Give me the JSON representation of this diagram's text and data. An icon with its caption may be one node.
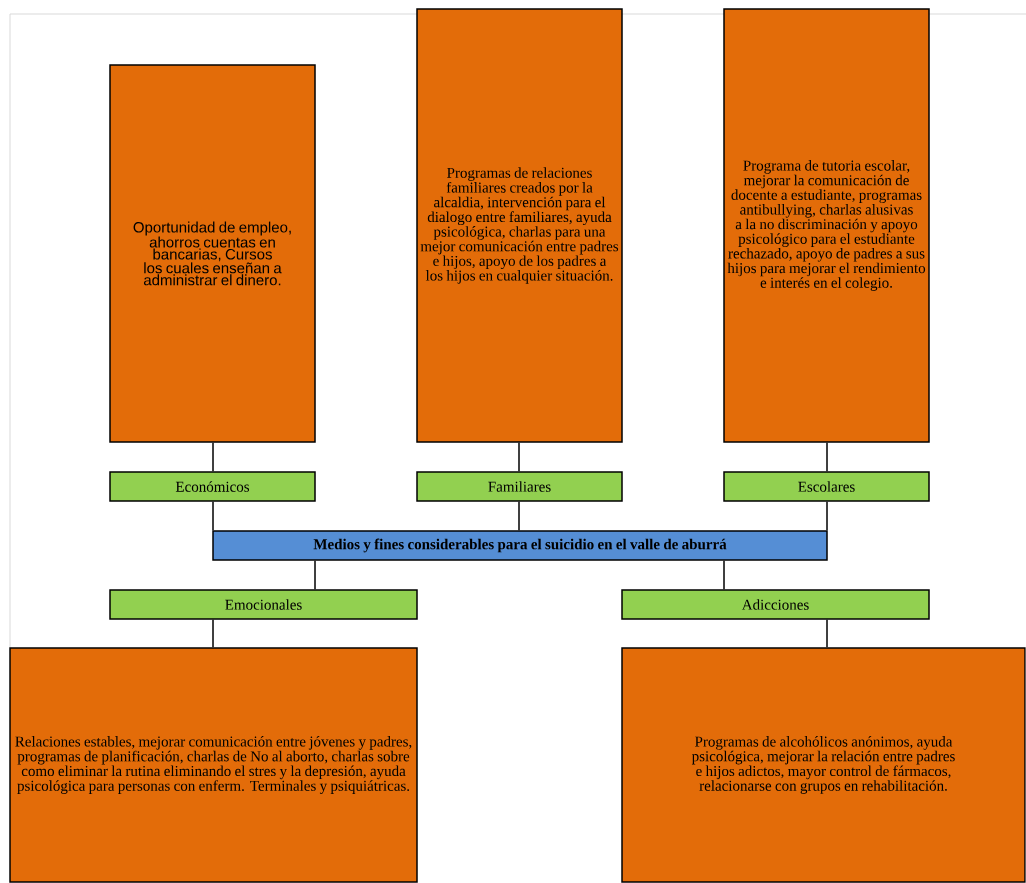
{
  "diagram": {
    "nodes": [
      {
        "text": [
          "Medios y fines considerables para el suicidio en el valle de aburrá"
        ]
      },
      {
        "text": [
          "Económicos"
        ]
      },
      {
        "text": [
          "Familiares"
        ]
      },
      {
        "text": [
          "Escolares"
        ]
      },
      {
        "text": [
          "Emocionales"
        ]
      },
      {
        "text": [
          "Adicciones"
        ]
      },
      {
        "text": [
          "Oportunidad de empleo, ahorros cuentas en bancarias, Cursos los cuales enseñan a administrar el dinero."
        ]
      },
      {
        "text": [
          "Programas de relaciones familiares creados por la alcaldia, intervención para el dialogo entre familiares, ayuda psicológica, charlas para una mejor comunicación entre padres e hijos, apoyo de los padres a los hijos en cualquier situación."
        ]
      },
      {
        "text": [
          "Programa de tutoria escolar, mejorar la comunicación de docente a estudiante, programas antibullying, charlas alusivas a la no discriminación y apoyo psicológico para el estudiante rechazado, apoyo de padres a sus hijos para mejorar el rendimiento e interés en el colegio."
        ]
      },
      {
        "text": [
          "Relaciones estables, mejorar comunicación entre jóvenes y padres, programas de planificación, charlas de No al aborto, charlas sobre como eliminar la rutina eliminando el stres y la depresión, ayuda psicológica para personas con enferm. Terminales y psiquiátricas."
        ]
      },
      {
        "text": [
          "Programas de alcohólicos anónimos, ayuda psicológica, mejorar la relación entre padres e hijos adictos, mayor control de fármacos, relacionarse con grupos en rehabilitación."
        ]
      }
    ],
    "edges": [
      {
        "from": 0,
        "to": 1,
        "arrow": "none"
      },
      {
        "from": 0,
        "to": 2,
        "arrow": "none"
      },
      {
        "from": 0,
        "to": 3,
        "arrow": "none"
      },
      {
        "from": 0,
        "to": 4,
        "arrow": "none"
      },
      {
        "from": 0,
        "to": 5,
        "arrow": "none"
      },
      {
        "from": 1,
        "to": 6,
        "arrow": "none"
      },
      {
        "from": 2,
        "to": 7,
        "arrow": "none"
      },
      {
        "from": 3,
        "to": 8,
        "arrow": "none"
      },
      {
        "from": 4,
        "to": 9,
        "arrow": "none"
      },
      {
        "from": 5,
        "to": 10,
        "arrow": "none"
      }
    ]
  }
}
